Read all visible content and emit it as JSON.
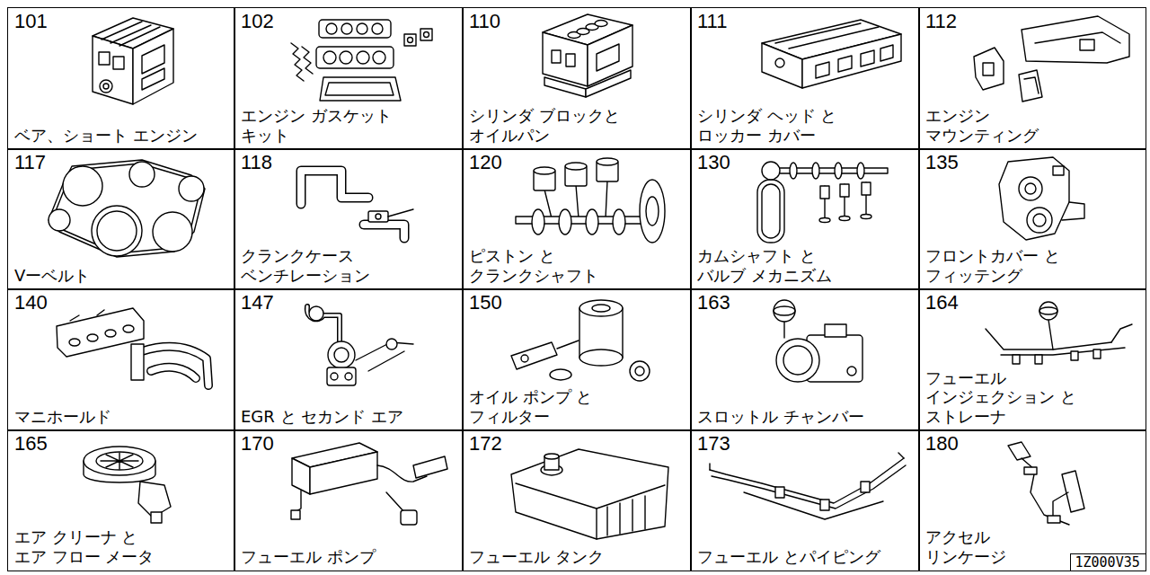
{
  "diagram": {
    "nodes": [
      {
        "text": [
          "101",
          "ベア、ショート エンジン"
        ]
      },
      {
        "text": [
          "102",
          "エンジン ガスケット キット"
        ]
      },
      {
        "text": [
          "110",
          "シリンダ ブロックと オイルパン"
        ]
      },
      {
        "text": [
          "111",
          "シリンダ ヘッド と ロッカー カバー"
        ]
      },
      {
        "text": [
          "112",
          "エンジン マウンティング"
        ]
      },
      {
        "text": [
          "117",
          "Vーベルト"
        ]
      },
      {
        "text": [
          "118",
          "クランクケース ベンチレーション"
        ]
      },
      {
        "text": [
          "120",
          "ピストン と クランクシャフト"
        ]
      },
      {
        "text": [
          "130",
          "カムシャフト と バルブ メカニズム"
        ]
      },
      {
        "text": [
          "135",
          "フロントカバー と フィッテング"
        ]
      },
      {
        "text": [
          "140",
          "マニホールド"
        ]
      },
      {
        "text": [
          "147",
          "EGR と セカンド エア"
        ]
      },
      {
        "text": [
          "150",
          "オイル ポンプ と フィルター"
        ]
      },
      {
        "text": [
          "163",
          "スロットル チャンバー"
        ]
      },
      {
        "text": [
          "164",
          "フューエル インジェクション と ストレーナ"
        ]
      },
      {
        "text": [
          "165",
          "エア クリーナ と エア フロー メータ"
        ]
      },
      {
        "text": [
          "170",
          "フューエル ポンプ"
        ]
      },
      {
        "text": [
          "172",
          "フューエル タンク"
        ]
      },
      {
        "text": [
          "173",
          "フューエル とパイピング"
        ]
      },
      {
        "text": [
          "180",
          "アクセル リンケージ"
        ]
      },
      {
        "text": [
          "1Z000V35"
        ],
        "in": 19
      }
    ]
  }
}
